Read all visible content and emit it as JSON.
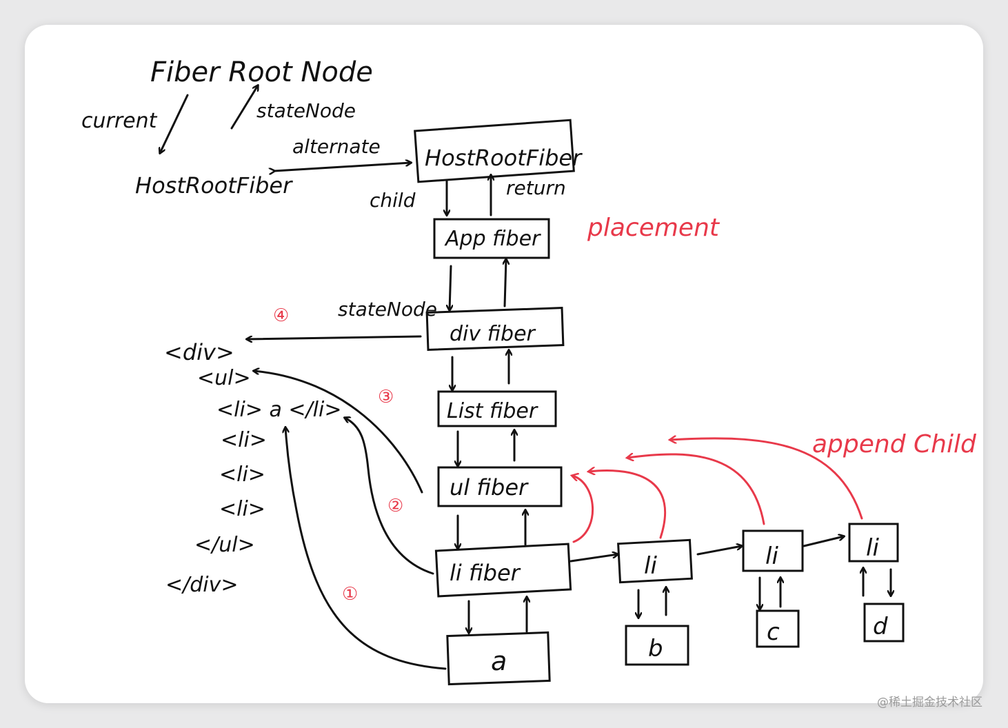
{
  "top": {
    "root_title": "Fiber Root Node",
    "current_label": "current",
    "state_node_label": "stateNode",
    "alternate_label": "alternate",
    "host_root_fiber_left": "HostRootFiber"
  },
  "fibers": {
    "host_root": "HostRootFiber",
    "child_label": "child",
    "return_label": "return",
    "app": "App fiber",
    "div": "div fiber",
    "list": "List fiber",
    "ul": "ul fiber",
    "li": "li fiber",
    "a": "a",
    "state_node_mid": "stateNode"
  },
  "siblings": [
    {
      "parent": "li",
      "child": "b"
    },
    {
      "parent": "li",
      "child": "c"
    },
    {
      "parent": "li",
      "child": "d"
    }
  ],
  "dom_tree": [
    "<div>",
    "<ul>",
    "<li> a </li>",
    "<li>",
    "<li>",
    "<li>",
    "</ul>",
    "</div>"
  ],
  "annotations": {
    "placement": "placement",
    "append_child": "append Child",
    "step_1": "①",
    "step_2": "②",
    "step_3": "③",
    "step_4": "④"
  },
  "watermark": "@稀土掘金技术社区",
  "colors": {
    "ink": "#111111",
    "annotation_red": "#e8394a",
    "background": "#ffffff"
  }
}
